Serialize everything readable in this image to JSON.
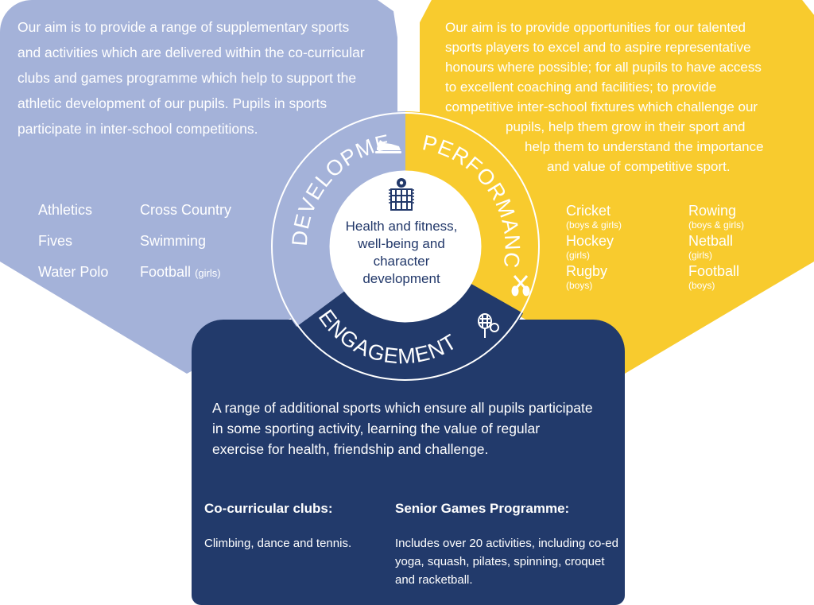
{
  "development": {
    "label": "DEVELOPMENT",
    "intro": "Our aim is to provide a range of supplementary sports and activities which are delivered within the co-curricular clubs and games programme which help to support the athletic development of our pupils. Pupils in sports participate in inter-school competitions.",
    "sports": [
      {
        "name": "Athletics",
        "note": ""
      },
      {
        "name": "Cross Country",
        "note": ""
      },
      {
        "name": "Fives",
        "note": ""
      },
      {
        "name": "Swimming",
        "note": ""
      },
      {
        "name": "Water Polo",
        "note": ""
      },
      {
        "name": "Football",
        "note": "(girls)"
      }
    ],
    "icon": "running-shoe-icon",
    "color": "#a4b2d9"
  },
  "performance": {
    "label": "PERFORMANCE",
    "intro_lines": [
      "Our aim is to provide opportunities for our talented",
      "sports players to excel and to aspire representative",
      "honours where possible; for all pupils to have access",
      "to excellent coaching and facilities; to provide",
      "competitive inter-school fixtures which challenge our",
      "pupils, help them grow in their sport and",
      "help them to understand the importance",
      "and value of competitive sport."
    ],
    "sports": [
      {
        "name": "Cricket",
        "note": "(boys & girls)"
      },
      {
        "name": "Rowing",
        "note": "(boys & girls)"
      },
      {
        "name": "Hockey",
        "note": "(girls)"
      },
      {
        "name": "Netball",
        "note": "(girls)"
      },
      {
        "name": "Rugby",
        "note": "(boys)"
      },
      {
        "name": "Football",
        "note": "(boys)"
      }
    ],
    "icon": "crossed-oars-icon",
    "color": "#f8cb2e"
  },
  "engagement": {
    "label": "ENGAGEMENT",
    "intro": "A range of additional sports which ensure all pupils participate in some sporting activity, learning the value of regular exercise for health, friendship and challenge.",
    "clubs_title": "Co-curricular clubs:",
    "clubs_text": "Climbing, dance and tennis.",
    "games_title": "Senior Games Programme:",
    "games_text": "Includes over 20 activities, including co-ed yoga, squash, pilates, spinning, croquet and racketball.",
    "icon": "tennis-racket-icon",
    "color": "#223a6b"
  },
  "center": {
    "text_lines": [
      "Health and fitness,",
      "well-being and",
      "character",
      "development"
    ],
    "logo": "portcullis-rose-logo"
  }
}
